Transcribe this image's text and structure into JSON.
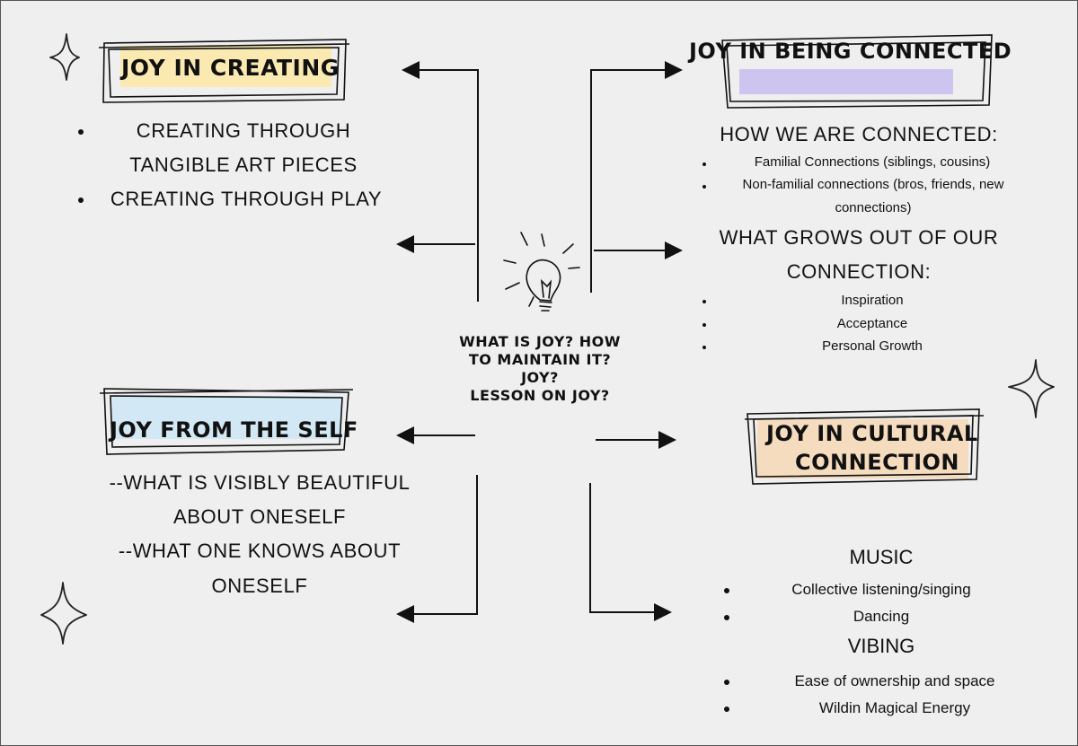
{
  "center": {
    "lines": [
      "WHAT IS JOY? HOW",
      "TO MAINTAIN IT?",
      "JOY?",
      "LESSON ON JOY?"
    ]
  },
  "creating": {
    "title": "JOY IN CREATING",
    "items": [
      "CREATING THROUGH",
      "TANGIBLE ART PIECES",
      "CREATING THROUGH PLAY"
    ]
  },
  "connected": {
    "title": "JOY IN BEING CONNECTED",
    "how_heading": "HOW WE ARE CONNECTED:",
    "how_items": [
      "Familial Connections (siblings, cousins)",
      "Non-familial connections (bros, friends, new",
      "connections)"
    ],
    "grows_heading_1": "WHAT GROWS OUT OF OUR",
    "grows_heading_2": "CONNECTION:",
    "grows_items": [
      "Inspiration",
      "Acceptance",
      "Personal Growth"
    ]
  },
  "self": {
    "title": "JOY FROM THE SELF",
    "lines": [
      "--WHAT IS VISIBLY BEAUTIFUL",
      "ABOUT ONESELF",
      "--WHAT ONE KNOWS ABOUT",
      "ONESELF"
    ]
  },
  "cultural": {
    "title_1": "JOY IN CULTURAL",
    "title_2": "CONNECTION",
    "music_heading": "MUSIC",
    "music_items": [
      "Collective listening/singing",
      "Dancing"
    ],
    "vibing_heading": "VIBING",
    "vibing_items": [
      "Ease of ownership and space",
      "Wildin Magical Energy"
    ]
  },
  "colors": {
    "yellow_highlight": "#fbe9a6",
    "purple_highlight": "#c9bff0",
    "blue_highlight": "#cfe7f5",
    "orange_highlight": "#f6d9b8",
    "ink": "#111111"
  }
}
